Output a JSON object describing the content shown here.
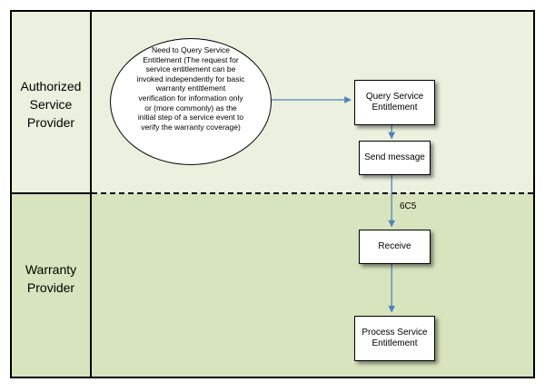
{
  "lanes": {
    "top": {
      "label_line1": "Authorized",
      "label_line2": "Service",
      "label_line3": "Provider",
      "color": "#ebf1de"
    },
    "bottom": {
      "label_line1": "Warranty",
      "label_line2": "Provider",
      "color": "#d7e4bd"
    }
  },
  "nodes": {
    "ellipse": {
      "line1": "Need to Query Service",
      "line2": "Entitlement (The request for",
      "line3": "service entitlement can be",
      "line4": "invoked independently for basic",
      "line5": "warranty entitlement",
      "line6": "verification for information only",
      "line7": "or (more commonly) as the",
      "line8": "initial step of a service event to",
      "line9": "verify the warranty coverage)"
    },
    "query": {
      "line1": "Query Service",
      "line2": "Entitlement"
    },
    "send": {
      "label": "Send message"
    },
    "receive": {
      "label": "Receive"
    },
    "process": {
      "line1": "Process Service",
      "line2": "Entitlement"
    }
  },
  "edges": {
    "message_label": "6C5"
  },
  "colors": {
    "arrow": "#4f81bd",
    "border": "#000000"
  }
}
